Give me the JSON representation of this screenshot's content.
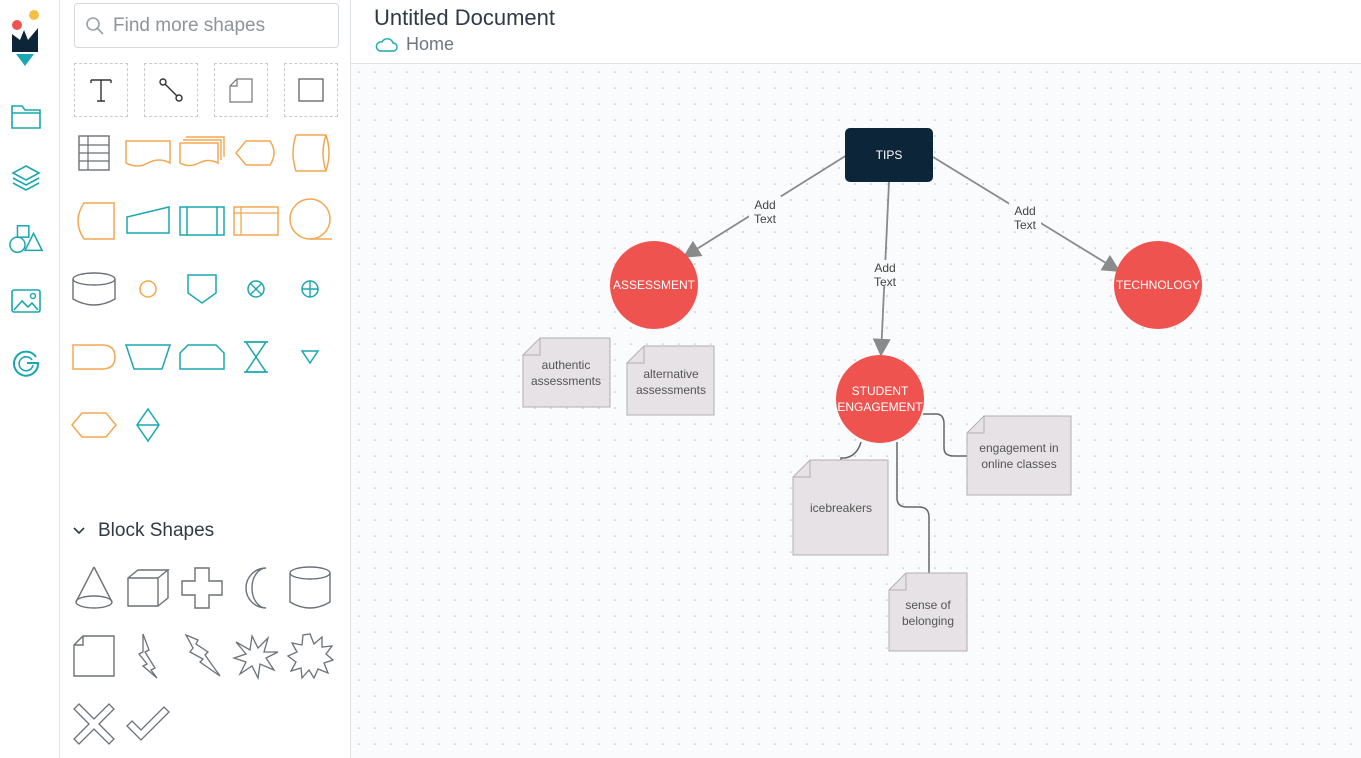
{
  "app": {
    "rail": [
      {
        "icon": "logo-icon"
      },
      {
        "icon": "folder-icon"
      },
      {
        "icon": "layers-icon"
      },
      {
        "icon": "shapes-icon"
      },
      {
        "icon": "image-icon"
      },
      {
        "icon": "google-icon"
      }
    ]
  },
  "panel": {
    "search": {
      "placeholder": "Find more shapes",
      "value": ""
    },
    "tools": [
      {
        "icon": "text-tool-icon"
      },
      {
        "icon": "connector-tool-icon"
      },
      {
        "icon": "note-tool-icon"
      },
      {
        "icon": "rectangle-tool-icon"
      }
    ],
    "flowchart_shapes": [
      "table-shape",
      "document-shape",
      "multi-document-shape",
      "display-shape",
      "stored-data-shape",
      "card-shape",
      "manual-input-shape",
      "predefined-process-shape",
      "internal-storage-shape",
      "sequential-data-shape",
      "database-shape",
      "connector-shape",
      "off-page-connector-shape",
      "summing-junction-shape",
      "or-shape",
      "delay-shape",
      "manual-operation-shape",
      "loop-limit-shape",
      "collate-shape",
      "merge-shape",
      "preparation-shape",
      "sort-shape"
    ],
    "block_section": {
      "label": "Block Shapes",
      "expanded": true
    },
    "block_shapes": [
      "cone-shape",
      "cube-shape",
      "cross-shape",
      "moon-shape",
      "cylinder-shape",
      "folded-corner-shape",
      "lightning-shape",
      "lightning-bolt-shape",
      "explosion-shape",
      "burst-shape",
      "x-mark-shape",
      "checkmark-shape"
    ],
    "colors": {
      "orange": "#f5a650",
      "teal": "#1aa7b0",
      "gray": "#6b7178"
    }
  },
  "header": {
    "title": "Untitled Document",
    "breadcrumb": "Home"
  },
  "diagram": {
    "root": {
      "label": "TIPS",
      "color": "#0d2538"
    },
    "topics": [
      {
        "label": "ASSESSMENT",
        "color": "#ef5350"
      },
      {
        "label": "TECHNOLOGY",
        "color": "#ef5350"
      },
      {
        "label_line1": "STUDENT",
        "label_line2": "ENGAGEMENT",
        "color": "#ef5350"
      }
    ],
    "edge_labels": [
      {
        "line1": "Add",
        "line2": "Text"
      },
      {
        "line1": "Add",
        "line2": "Text"
      },
      {
        "line1": "Add",
        "line2": "Text"
      }
    ],
    "notes": [
      {
        "line1": "authentic",
        "line2": "assessments"
      },
      {
        "line1": "alternative",
        "line2": "assessments"
      },
      {
        "line1": "engagement in",
        "line2": "online classes"
      },
      {
        "line1": "icebreakers",
        "line2": ""
      },
      {
        "line1": "sense of",
        "line2": "belonging"
      }
    ],
    "note_color": "#e6e2e5"
  }
}
